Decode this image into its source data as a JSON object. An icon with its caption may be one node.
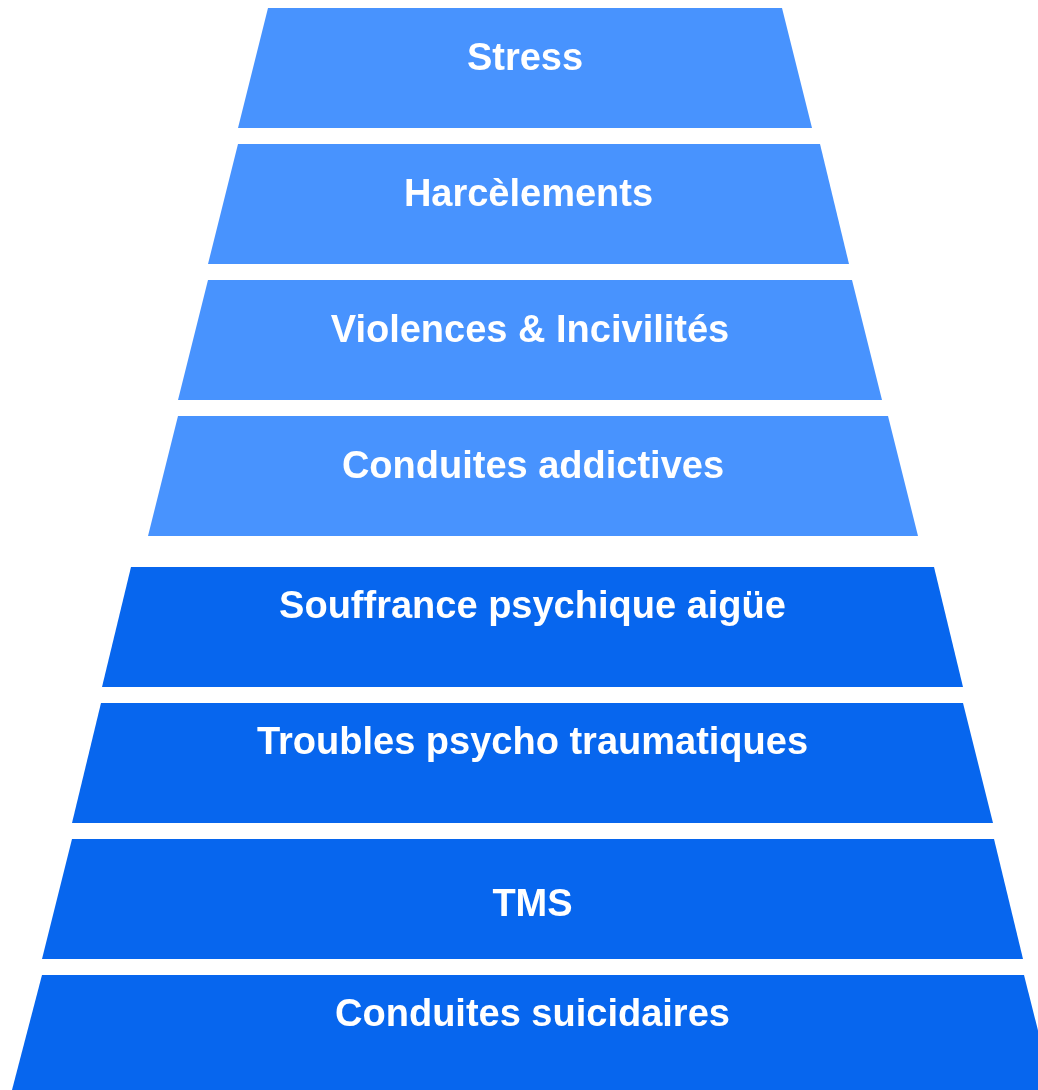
{
  "diagram": {
    "nodes": [
      {
        "text": [
          "Stress"
        ]
      },
      {
        "text": [
          "Harcèlements"
        ]
      },
      {
        "text": [
          "Violences & Incivilités"
        ]
      },
      {
        "text": [
          "Conduites addictives"
        ]
      },
      {
        "text": [
          "Souffrance psychique aigüe"
        ]
      },
      {
        "text": [
          "Troubles psycho traumatiques"
        ]
      },
      {
        "text": [
          "TMS"
        ]
      },
      {
        "text": [
          "Conduites suicidaires"
        ]
      }
    ]
  }
}
